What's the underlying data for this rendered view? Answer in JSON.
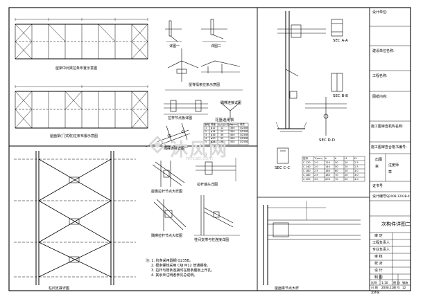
{
  "sheet": {
    "truss_titles": [
      "屋架中间梁拉条布置示意图",
      "屋面梁(门式刚)拉条布置示意图"
    ],
    "purlin_details": [
      "详图一",
      "详图二"
    ],
    "ridge_title": "屋脊檩条拉条示意图",
    "gusset_title": "拉杆节点板详图",
    "ridge_detail_title": "隅撑连接详图",
    "flange_brace_title": "隅撑连接详图一",
    "section_table": {
      "title": "花篮选用表",
      "headers": [
        "编号",
        "规格",
        "拉力设计值(kN)",
        "L(mm)",
        "材质"
      ],
      "rows": [
        [
          "1",
          "φ12",
          "12",
          "350",
          "Q235B"
        ],
        [
          "2",
          "φ14",
          "20",
          "350",
          "Q235B"
        ],
        [
          "3",
          "φ16",
          "30",
          "400",
          "Q235B"
        ],
        [
          "4",
          "φ20",
          "50",
          "450",
          "Q235B"
        ],
        [
          "5",
          "φ24",
          "70",
          "500",
          "Q235B"
        ]
      ]
    },
    "bracing_title": "柱间支撑详图",
    "connector_titles": [
      "屋檐拉杆节点大样图",
      "拉杆端头详图",
      "隅撑拉杆节点大样图",
      "柱间支撑与柱连接详图"
    ],
    "notes": [
      "注: 1. 拉条采用圆钢 Q235B。",
      "2. 檩条螺栓采用 C级 M12 普通螺栓。",
      "3. 拉杆与檩条连接时在檩条腹板上开孔。",
      "4. 其余未注明者参见总说明。"
    ],
    "sections": [
      "SEC A-A",
      "SEC B-B",
      "SEC C-C",
      "SEC D-D"
    ],
    "right_bottom_title": "屋面梁节点大样",
    "bolt_table": {
      "headers": [
        "型号",
        "T(mm)",
        "h",
        "b",
        "t1",
        "t2"
      ],
      "rows": [
        [
          "C 120",
          "2.0",
          "120",
          "50",
          "20",
          "2.5"
        ],
        [
          "C 140",
          "2.0",
          "140",
          "50",
          "20",
          "2.5"
        ],
        [
          "C 160",
          "2.5",
          "160",
          "60",
          "20",
          "3.0"
        ],
        [
          "C 180",
          "2.5",
          "180",
          "70",
          "20",
          "3.0"
        ],
        [
          "C 200",
          "3.0",
          "200",
          "70",
          "20",
          "3.0"
        ]
      ]
    },
    "watermark": "沐风网",
    "watermark_sub": "mfcad.com"
  },
  "title_block": {
    "design_unit": "设计单位:",
    "construction_unit": "建设单位名称:",
    "project_name": "工程名称:",
    "drawing_content": "图纸内容:",
    "approval_org": "施工图审查机构名称:",
    "approval_cert": "施工图审查合格书编号:",
    "stamp_labels": [
      "出图",
      "章",
      "注册师",
      "章"
    ],
    "cert_label": "证书号",
    "design_no_label": "设计编号",
    "design_no": "SJ2008-1203B-4",
    "drawing_title": "次构件详图二",
    "sign_rows": [
      "审 定",
      "工程负责人",
      "专业负责人",
      "审 核",
      "校 对",
      "设 计",
      "制 图"
    ],
    "scale_label": "比例",
    "scale": "1:10",
    "sheet_label": "图 别",
    "sheet_type": "钢施",
    "date_label": "日 期",
    "date": "2008.11",
    "no_label": "图 号",
    "no": "12",
    "file_label": "文件名"
  }
}
